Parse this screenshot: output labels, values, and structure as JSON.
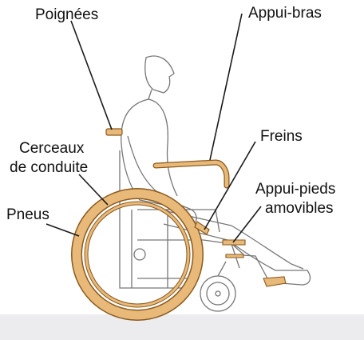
{
  "labels": {
    "handles": "Poignées",
    "armrests": "Appui-bras",
    "brakes": "Freins",
    "push_rims_line1": "Cerceaux",
    "push_rims_line2": "de conduite",
    "footrests_line1": "Appui-pieds",
    "footrests_line2": "amovibles",
    "tires": "Pneus"
  },
  "colors": {
    "accent": "#E9B97A",
    "accent_stroke": "#8A5A1E",
    "line": "#1a1a1a",
    "sketch": "#777777",
    "floor": "#ECECEE"
  }
}
